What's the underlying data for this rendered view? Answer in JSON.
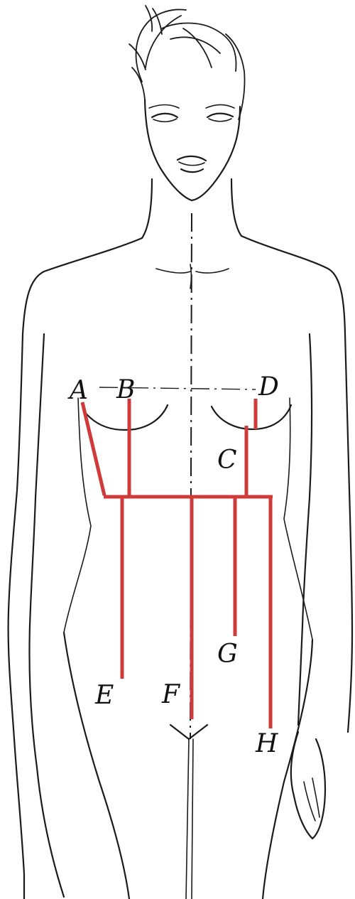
{
  "diagram": {
    "measurement_color": "#cf3a3a",
    "sketch_color": "#1b1b1b",
    "points": {
      "A": "A",
      "B": "B",
      "C": "C",
      "D": "D",
      "E": "E",
      "F": "F",
      "G": "G",
      "H": "H"
    }
  }
}
